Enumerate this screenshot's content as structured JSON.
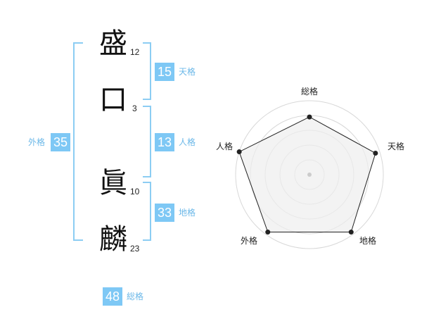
{
  "name": {
    "chars": [
      {
        "char": "盛",
        "strokes": "12"
      },
      {
        "char": "口",
        "strokes": "3"
      },
      {
        "char": "眞",
        "strokes": "10"
      },
      {
        "char": "麟",
        "strokes": "23"
      }
    ]
  },
  "fortune": {
    "tenkaku": {
      "value": "15",
      "label": "天格"
    },
    "jinkaku": {
      "value": "13",
      "label": "人格"
    },
    "chikaku": {
      "value": "33",
      "label": "地格"
    },
    "gaikaku": {
      "value": "35",
      "label": "外格"
    },
    "soukaku": {
      "value": "48",
      "label": "総格"
    }
  },
  "radar": {
    "axes": [
      "総格",
      "天格",
      "地格",
      "外格",
      "人格"
    ],
    "levels": 5,
    "scores": [
      3.9,
      4.7,
      4.8,
      4.8,
      5.0
    ],
    "colors": {
      "fill": "#eeeeee",
      "stroke": "#222222",
      "grid": "#d8d8d8"
    }
  }
}
